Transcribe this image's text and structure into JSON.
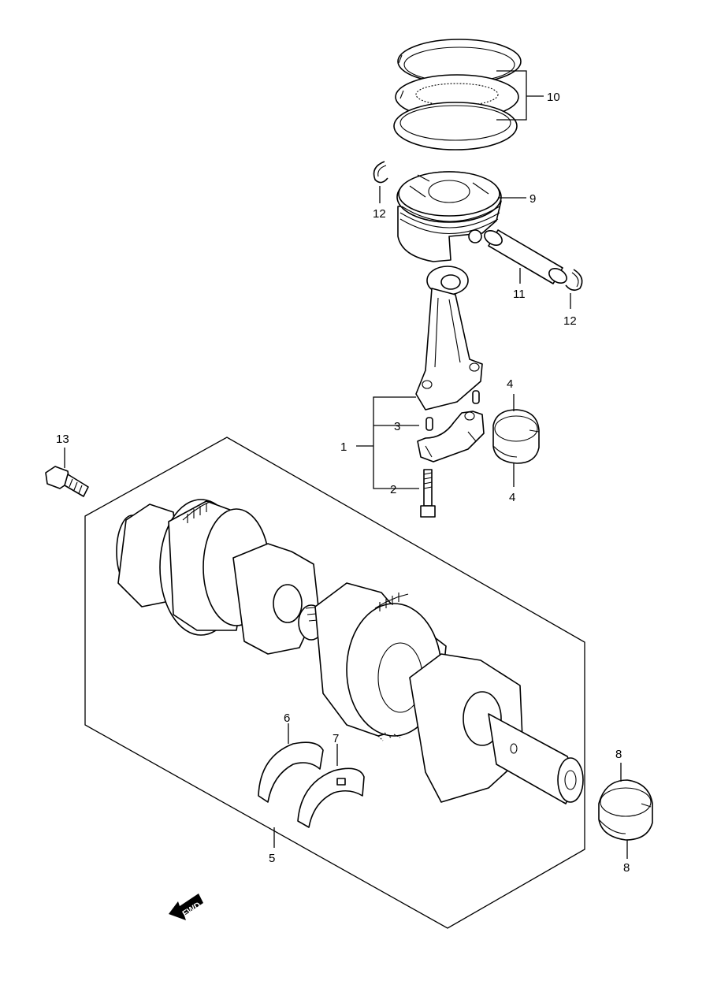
{
  "diagram": {
    "callouts": {
      "c1": "1",
      "c2": "2",
      "c3": "3",
      "c4a": "4",
      "c4b": "4",
      "c5": "5",
      "c6": "6",
      "c7": "7",
      "c8a": "8",
      "c8b": "8",
      "c9": "9",
      "c10": "10",
      "c11": "11",
      "c12a": "12",
      "c12b": "12",
      "c13": "13"
    },
    "direction_arrow": "FWD",
    "icons": {
      "direction": "fwd-arrow-icon"
    }
  }
}
